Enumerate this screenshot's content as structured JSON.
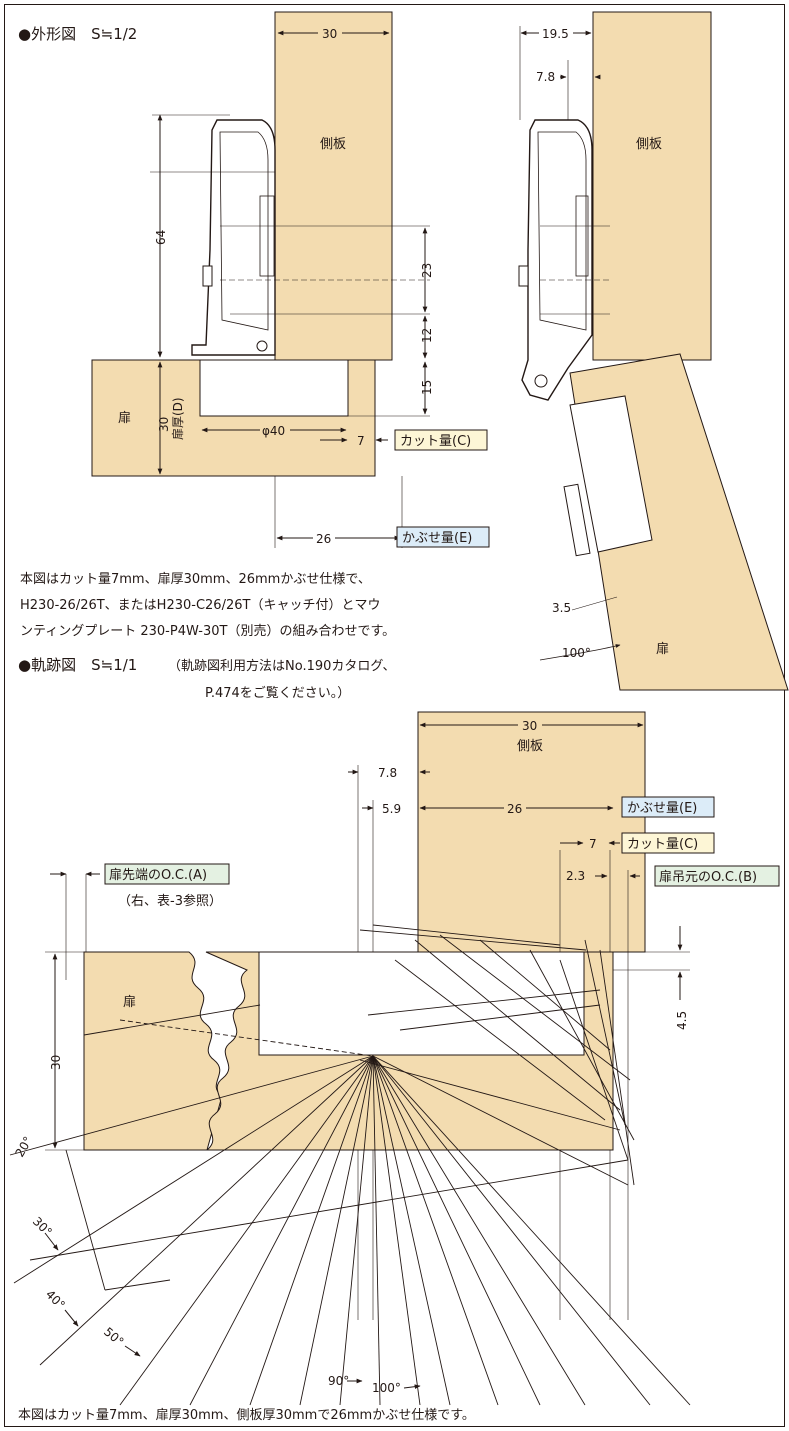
{
  "colors": {
    "wood": "#f3dcb0",
    "line": "#231815",
    "cut_label_bg": "#fdf6d6",
    "overlay_label_bg": "#dcecf8",
    "oc_label_bg": "#e4f1e2"
  },
  "section1": {
    "heading": "●外形図　S≒1/2",
    "side_panel_label": "側板",
    "side_panel_label_right": "側板",
    "door_label": "扉",
    "door_label_right": "扉",
    "dim_panel_thickness": "30",
    "dim_offset_top": "19.5",
    "dim_offset_78": "7.8",
    "dim_height_64": "64",
    "dim_23": "23",
    "dim_12": "12",
    "dim_15": "15",
    "dim_door_thickness": "30",
    "door_thickness_label": "扉厚(D)",
    "dim_cup": "φ40",
    "dim_cut": "7",
    "cut_label": "カット量(C)",
    "dim_overlay": "26",
    "overlay_label": "かぶせ量(E)",
    "dim_35": "3.5",
    "angle_100": "100°",
    "note_line1": "本図はカット量7mm、扉厚30mm、26mmかぶせ仕様で、",
    "note_line2": "H230-26/26T、またはH230-C26/26T（キャッチ付）とマウ",
    "note_line3": "ンティングプレート 230-P4W-30T（別売）の組み合わせです。"
  },
  "section2": {
    "heading": "●軌跡図　S≒1/1",
    "heading_note1": "（軌跡図利用方法はNo.190カタログ、",
    "heading_note2": "P.474をご覧ください。）",
    "panel_dim": "30",
    "panel_label": "側板",
    "door_label": "扉",
    "dim_78": "7.8",
    "dim_59": "5.9",
    "dim_26": "26",
    "overlay_label": "かぶせ量(E)",
    "dim_7": "7",
    "cut_label": "カット量(C)",
    "dim_23": "2.3",
    "oc_b_label": "扉吊元のO.C.(B)",
    "oc_a_label": "扉先端のO.C.(A)",
    "oc_a_note": "（右、表-3参照）",
    "dim_30": "30",
    "dim_45": "4.5",
    "angles": [
      "20°",
      "30°",
      "40°",
      "50°",
      "90°",
      "100°"
    ],
    "footer_note": "本図はカット量7mm、扉厚30mm、側板厚30mmで26mmかぶせ仕様です。"
  }
}
